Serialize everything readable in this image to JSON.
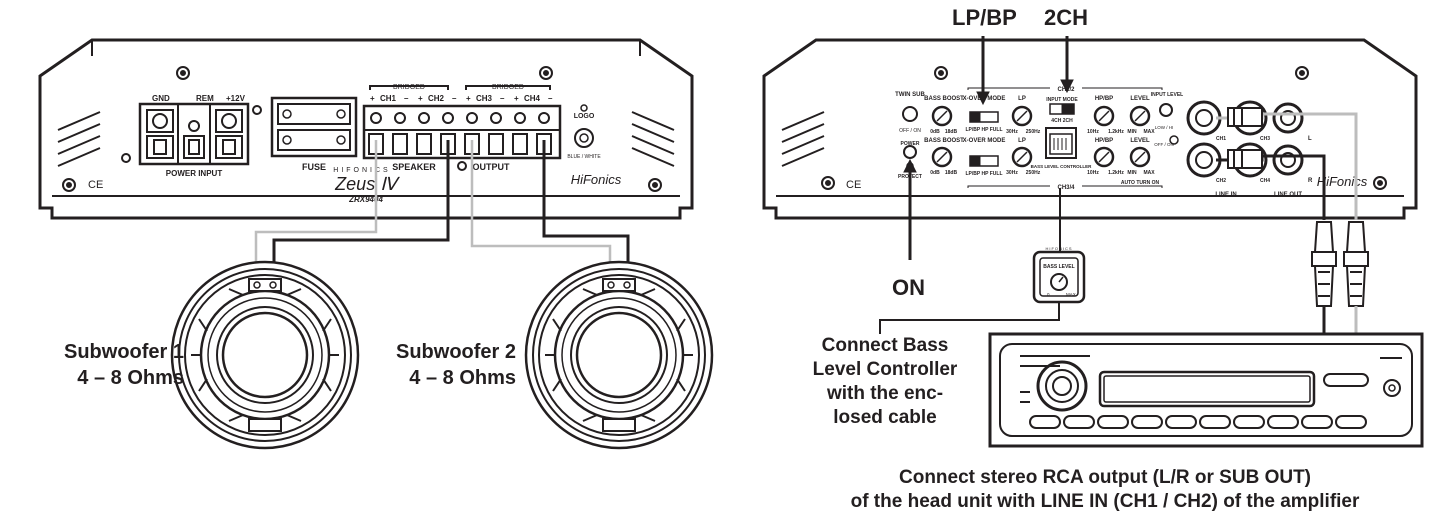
{
  "left_amp": {
    "terminals": {
      "gnd": "GND",
      "rem": "REM",
      "plus12v": "+12V",
      "power_input": "POWER INPUT",
      "fuse": "FUSE",
      "speaker": "SPEAKER",
      "output": "OUTPUT"
    },
    "channels": {
      "bridged": "BRIDGED",
      "ch1": "CH1",
      "ch2": "CH2",
      "ch3": "CH3",
      "ch4": "CH4"
    },
    "logo_label": "LOGO",
    "logo_sub": "BLUE / WHITE",
    "brand": "HIFONICS",
    "model_name": "Zeus Ⅳ",
    "model_number": "ZRX9404",
    "brand_script": "HiFonics",
    "ce": "CE"
  },
  "right_amp": {
    "twin_sub": "TWIN SUB",
    "off_on": "OFF / ON",
    "power": "POWER",
    "protect": "PROTECT",
    "bass_boost": "BASS BOOST",
    "boost_min": "0dB",
    "boost_max": "18dB",
    "xover_mode": "X-OVER MODE",
    "xover_opts": "LP/BP   HP   FULL",
    "lp": "LP",
    "lp_min": "30Hz",
    "lp_max": "250Hz",
    "ch12": "CH1/2",
    "ch34": "CH3/4",
    "input_mode": "INPUT MODE",
    "input_mode_opts": "4CH    2CH",
    "bass_level_controller": "BASS LEVEL CONTROLLER",
    "hpbp": "HP/BP",
    "hpbp_min": "10Hz",
    "hpbp_max": "1.2kHz",
    "level": "LEVEL",
    "level_min": "MIN",
    "level_max": "MAX",
    "input_level": "INPUT LEVEL",
    "low_hi": "LOW / HI",
    "auto_turn_on": "AUTO TURN ON",
    "line_in": "LINE IN",
    "line_out": "LINE OUT",
    "ch1": "CH1",
    "ch2": "CH2",
    "ch3": "CH3",
    "ch4": "CH4",
    "l": "L",
    "r": "R",
    "brand_script": "HiFonics",
    "ce": "CE"
  },
  "bass_remote": {
    "brand": "HIFONICS",
    "label": "BASS LEVEL",
    "min": "0",
    "max": "MAX"
  },
  "callouts": {
    "lpbp": "LP/BP",
    "twoch": "2CH",
    "on": "ON",
    "subwoofer1_line1": "Subwoofer 1",
    "subwoofer1_line2": "4 – 8 Ohms",
    "subwoofer2_line1": "Subwoofer 2",
    "subwoofer2_line2": "4 – 8 Ohms",
    "bass_ctrl_lines": [
      "Connect Bass",
      "Level Controller",
      "with the enc-",
      "losed cable"
    ],
    "rca_line1": "Connect stereo RCA output (L/R or SUB OUT)",
    "rca_line2": "of the head unit with LINE IN (CH1 / CH2) of the amplifier"
  }
}
